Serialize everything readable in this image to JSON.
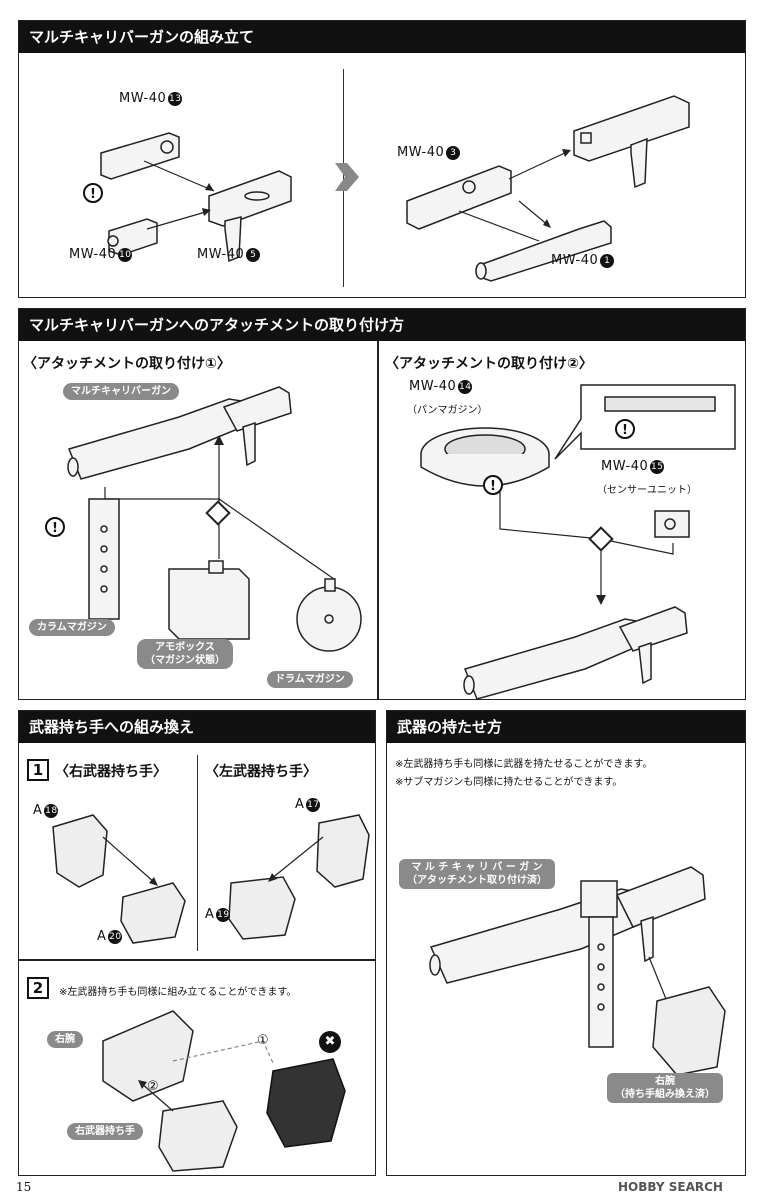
{
  "section1": {
    "title": "マルチキャリバーガンの組み立て",
    "left": {
      "part_top": "MW-40",
      "part_top_num": "13",
      "part_left": "MW-40",
      "part_left_num": "10",
      "part_right": "MW-40",
      "part_right_num": "5"
    },
    "right": {
      "part_top": "MW-40",
      "part_top_num": "3",
      "part_bottom": "MW-40",
      "part_bottom_num": "1"
    }
  },
  "section2": {
    "title": "マルチキャリバーガンへのアタッチメントの取り付け方",
    "left": {
      "subtitle": "〈アタッチメントの取り付け①〉",
      "gun_label": "マルチキャリバーガン",
      "column_label": "カラムマガジン",
      "ammo_label_1": "アモボックス",
      "ammo_label_2": "（マガジン状態）",
      "drum_label": "ドラムマガジン"
    },
    "right": {
      "subtitle": "〈アタッチメントの取り付け②〉",
      "pan_part": "MW-40",
      "pan_num": "14",
      "pan_label": "（パンマガジン）",
      "sensor_part": "MW-40",
      "sensor_num": "15",
      "sensor_label": "（センサーユニット）"
    }
  },
  "section3": {
    "title": "武器持ち手への組み換え",
    "step1": {
      "num": "1",
      "right_title": "〈右武器持ち手〉",
      "left_title": "〈左武器持ち手〉",
      "a18": "A",
      "a18_num": "18",
      "a20": "A",
      "a20_num": "20",
      "a17": "A",
      "a17_num": "17",
      "a19": "A",
      "a19_num": "19"
    },
    "step2": {
      "num": "2",
      "note": "※左武器持ち手も同様に組み立てることができます。",
      "arm_label": "右腕",
      "hand_label": "右武器持ち手",
      "arrow1": "①",
      "arrow2": "②",
      "ng_mark": "✖"
    }
  },
  "section4": {
    "title": "武器の持たせ方",
    "note1": "※左武器持ち手も同様に武器を持たせることができます。",
    "note2": "※サブマガジンも同様に持たせることができます。",
    "gun_label_1": "マ ル チ キ ャ リ バ ー ガ ン",
    "gun_label_2": "（アタッチメント取り付け済）",
    "arm_label_1": "右腕",
    "arm_label_2": "（持ち手組み換え済）"
  },
  "footer": {
    "page_number": "15",
    "watermark": "HOBBY SEARCH"
  },
  "alert_glyph": "!"
}
